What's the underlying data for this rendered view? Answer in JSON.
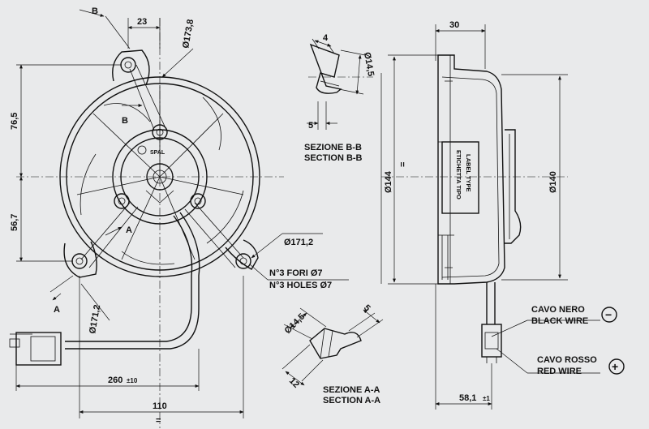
{
  "dimensions": {
    "d_23": "23",
    "d_173_8": "Ø173,8",
    "d_76_5": "76,5",
    "d_56_7": "56,7",
    "d_171_2_right": "Ø171,2",
    "d_171_2_left": "Ø171,2",
    "d_260": "260",
    "d_260_tol": "±10",
    "d_110": "110",
    "d_30": "30",
    "d_144": "Ø144",
    "d_140": "Ø140",
    "d_58_1": "58,1",
    "d_58_1_tol": "±1",
    "d_4": "4",
    "d_5_bb": "5",
    "d_14_5_bb": "Ø14,5",
    "d_14_5_aa": "Ø14,5",
    "d_5_aa": "5",
    "d_12": "12"
  },
  "markers": {
    "section_b_top": "B",
    "section_b_mid": "B",
    "section_a_mid": "A",
    "section_a_low": "A",
    "equal_sign": "="
  },
  "labels": {
    "holes_it": "N°3 FORI Ø7",
    "holes_en": "N°3 HOLES Ø7",
    "section_bb_it": "SEZIONE B-B",
    "section_bb_en": "SECTION B-B",
    "section_aa_it": "SEZIONE A-A",
    "section_aa_en": "SECTION A-A",
    "black_wire_it": "CAVO NERO",
    "black_wire_en": "BLACK WIRE",
    "black_wire_sign": "−",
    "red_wire_it": "CAVO ROSSO",
    "red_wire_en": "RED WIRE",
    "red_wire_sign": "+",
    "label_type_it": "ETICHETTA TIPO",
    "label_type_en": "LABEL TYPE",
    "brand": "SPAL"
  }
}
